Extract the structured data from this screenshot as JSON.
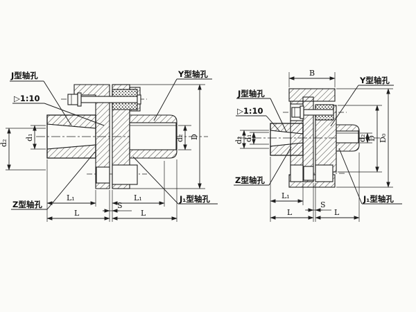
{
  "page": {
    "background": "#fbfbf8",
    "ink": "#1e1e1e"
  },
  "figure_left": {
    "labels": {
      "j_bore": "J型轴孔",
      "taper": "▷1:10",
      "y_bore": "Y型轴孔",
      "z_bore": "Z型轴孔",
      "j1_bore": "J₁型轴孔"
    },
    "dims": {
      "d2_left": "d₂",
      "d1_left": "d₁",
      "d2_right": "d₂",
      "D": "D",
      "L1_left": "L₁",
      "L_left": "L",
      "S": "S",
      "L1_right": "L₁",
      "L_right": "L"
    }
  },
  "figure_right": {
    "labels": {
      "j_bore": "J型轴孔",
      "taper": "▷1:10",
      "y_bore": "Y型轴孔",
      "z_bore": "Z型轴孔",
      "j1_bore": "J₁型轴孔"
    },
    "dims": {
      "B": "B",
      "d2_left": "d₂",
      "d1_left": "d₁",
      "d2_right": "d₂",
      "D": "D",
      "D0": "D₀",
      "L1_left": "L₁",
      "L_left": "L",
      "S": "S",
      "L_right": "L"
    }
  }
}
